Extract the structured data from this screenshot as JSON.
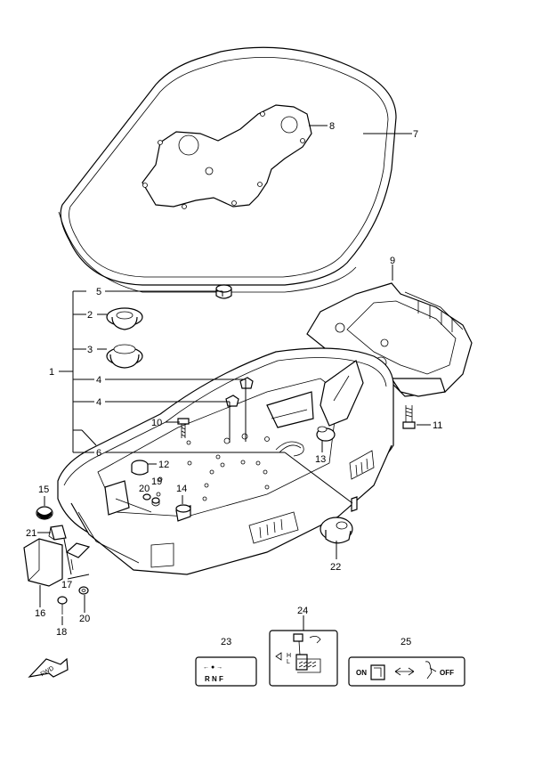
{
  "callouts": {
    "c1": "1",
    "c2": "2",
    "c3": "3",
    "c4a": "4",
    "c4b": "4",
    "c5": "5",
    "c6": "6",
    "c7": "7",
    "c8": "8",
    "c9": "9",
    "c10": "10",
    "c11": "11",
    "c12": "12",
    "c13": "13",
    "c14": "14",
    "c15": "15",
    "c16": "16",
    "c17": "17",
    "c18": "18",
    "c19": "19",
    "c20a": "20",
    "c20b": "20",
    "c21": "21",
    "c22": "22",
    "c23": "23",
    "c24": "24",
    "c25": "25"
  },
  "decal23": {
    "arrows": "←  ●  →",
    "letters": "R  N  F"
  },
  "decal24": {
    "h": "H",
    "l": "L"
  },
  "decal25": {
    "on": "ON",
    "off": "OFF"
  },
  "fwd": "FWD"
}
